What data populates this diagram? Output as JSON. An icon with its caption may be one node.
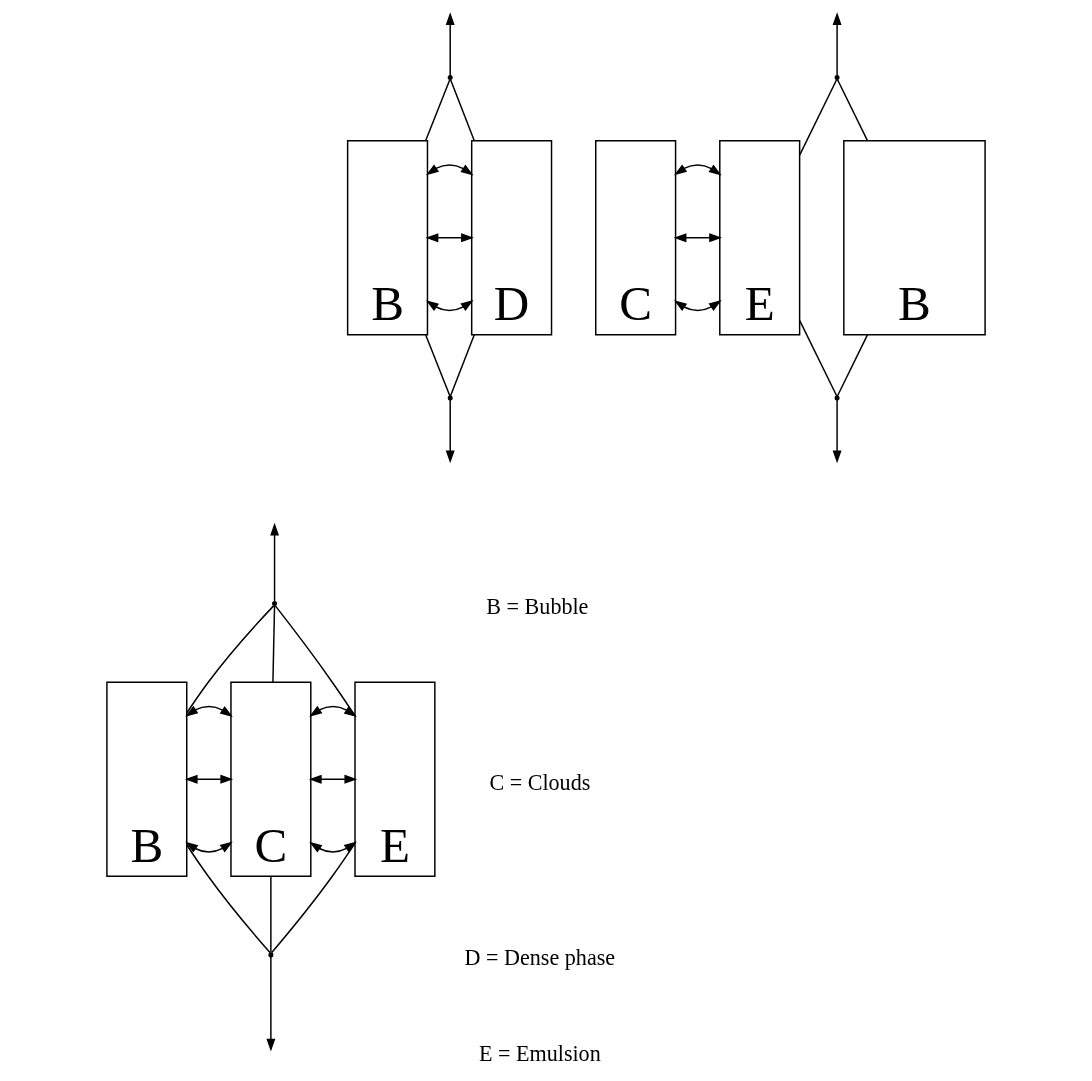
{
  "diagram": {
    "nodes": [
      {
        "text": [],
        "shape": "point"
      },
      {
        "text": [
          "B"
        ]
      },
      {
        "text": [
          "D"
        ]
      },
      {
        "text": [],
        "shape": "point"
      },
      {
        "text": [],
        "shape": "point"
      },
      {
        "text": [
          "B"
        ]
      },
      {
        "text": [
          "C"
        ]
      },
      {
        "text": [
          "E"
        ]
      },
      {
        "text": [],
        "shape": "point"
      },
      {
        "text": [],
        "shape": "point"
      },
      {
        "text": [
          "B"
        ]
      },
      {
        "text": [
          "C"
        ]
      },
      {
        "text": [
          "E"
        ]
      },
      {
        "text": [],
        "shape": "point"
      }
    ],
    "edges": [
      {
        "from": 0,
        "to": null,
        "arrow": "to"
      },
      {
        "from": 0,
        "to": 1,
        "arrow": "none"
      },
      {
        "from": 0,
        "to": 2,
        "arrow": "none"
      },
      {
        "from": 1,
        "to": 2,
        "arrow": "both"
      },
      {
        "from": 1,
        "to": 2,
        "arrow": "both"
      },
      {
        "from": 1,
        "to": 2,
        "arrow": "both"
      },
      {
        "from": 1,
        "to": 3,
        "arrow": "none"
      },
      {
        "from": 2,
        "to": 3,
        "arrow": "none"
      },
      {
        "from": 3,
        "to": null,
        "arrow": "to"
      },
      {
        "from": 4,
        "to": null,
        "arrow": "to"
      },
      {
        "from": 4,
        "to": 5,
        "arrow": "none"
      },
      {
        "from": 4,
        "to": 7,
        "arrow": "none"
      },
      {
        "from": 6,
        "to": 7,
        "arrow": "both"
      },
      {
        "from": 6,
        "to": 7,
        "arrow": "both"
      },
      {
        "from": 6,
        "to": 7,
        "arrow": "both"
      },
      {
        "from": 5,
        "to": 8,
        "arrow": "none"
      },
      {
        "from": 7,
        "to": 8,
        "arrow": "none"
      },
      {
        "from": 8,
        "to": null,
        "arrow": "to"
      },
      {
        "from": 9,
        "to": null,
        "arrow": "to"
      },
      {
        "from": 9,
        "to": 10,
        "arrow": "none"
      },
      {
        "from": 9,
        "to": 11,
        "arrow": "none"
      },
      {
        "from": 9,
        "to": 12,
        "arrow": "none"
      },
      {
        "from": 10,
        "to": 11,
        "arrow": "both"
      },
      {
        "from": 10,
        "to": 11,
        "arrow": "both"
      },
      {
        "from": 10,
        "to": 11,
        "arrow": "both"
      },
      {
        "from": 11,
        "to": 12,
        "arrow": "both"
      },
      {
        "from": 11,
        "to": 12,
        "arrow": "both"
      },
      {
        "from": 11,
        "to": 12,
        "arrow": "both"
      },
      {
        "from": 10,
        "to": 13,
        "arrow": "none"
      },
      {
        "from": 11,
        "to": 13,
        "arrow": "none"
      },
      {
        "from": 12,
        "to": 13,
        "arrow": "none"
      },
      {
        "from": 13,
        "to": null,
        "arrow": "to"
      }
    ],
    "labels": [
      "B = Bubble",
      "C = Clouds",
      "D = Dense phase",
      "E = Emulsion"
    ]
  }
}
